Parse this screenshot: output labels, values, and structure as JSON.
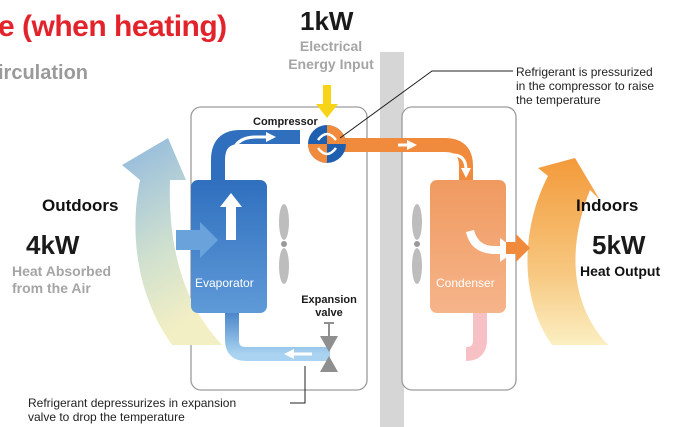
{
  "title": "e (when heating)",
  "subtitle": "irculation",
  "input": {
    "power": "1kW",
    "label_line1": "Electrical",
    "label_line2": "Energy Input"
  },
  "outdoors": {
    "label": "Outdoors",
    "power": "4kW",
    "desc_line1": "Heat Absorbed",
    "desc_line2": "from the Air"
  },
  "indoors": {
    "label": "Indoors",
    "power": "5kW",
    "desc": "Heat Output"
  },
  "components": {
    "compressor": "Compressor",
    "evaporator": "Evaporator",
    "condenser": "Condenser",
    "expansion_line1": "Expansion",
    "expansion_line2": "valve"
  },
  "notes": {
    "compressor_line1": "Refrigerant is pressurized",
    "compressor_line2": "in the compressor to raise",
    "compressor_line3": "the temperature",
    "expansion_line1": "Refrigerant depressurizes in expansion",
    "expansion_line2": "valve to drop the temperature"
  },
  "colors": {
    "title": "#e3232b",
    "hot": "#f08a3c",
    "cold": "#3b7fc8",
    "light_cold": "#a9d3f0",
    "light_hot": "#f6c0c4",
    "arrow_yellow": "#f7d417",
    "wall": "#d6d6d6"
  },
  "icons": [
    "fan-icon",
    "yellow-arrow-icon",
    "expansion-valve-icon"
  ]
}
